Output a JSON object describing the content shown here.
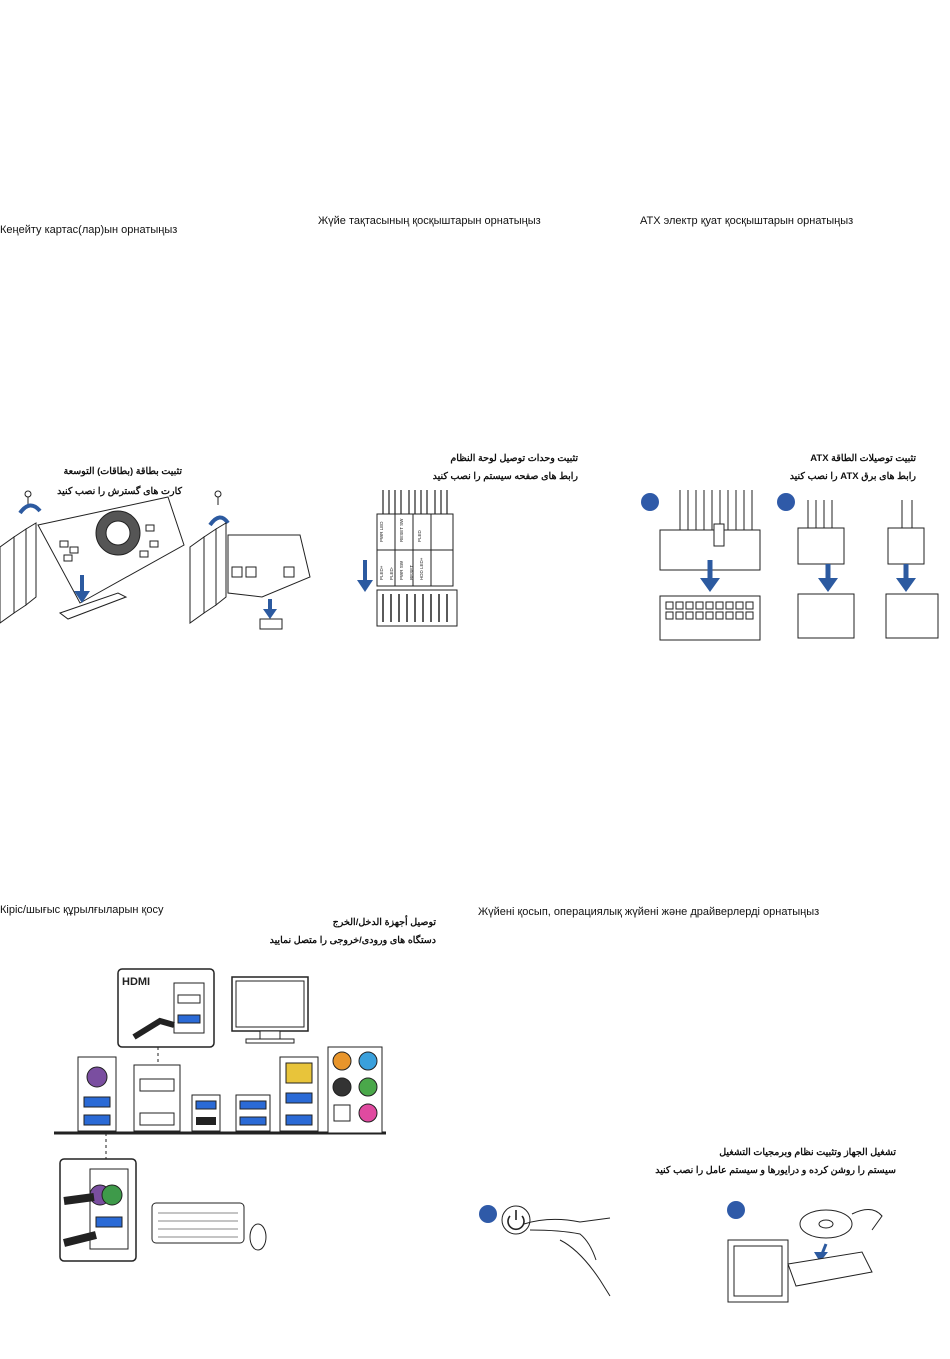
{
  "sections": {
    "expansion_cards": {
      "title_kz": "Кеңейту картас(лар)ын орнатыңыз",
      "title_ar": "تثبيت بطاقة (بطاقات) التوسعة",
      "title_fa": "کارت های گسترش را نصب کنید"
    },
    "system_panel": {
      "title_kz": "Жүйе тақтасының қосқыштарын орнатыңыз",
      "title_ar": "تثبيت وحدات توصيل لوحة النظام",
      "title_fa": "رابط های صفحه سیستم را نصب کنید",
      "pin_labels_top": [
        "PWR LED",
        "RESET SW",
        "PLED"
      ],
      "pin_labels_bottom": [
        "PLED+",
        "PLED-",
        "PWR SW",
        "RESET",
        "HDD LED+"
      ]
    },
    "atx_power": {
      "title_kz": "ATX электр қуат қосқыштарын орнатыңыз",
      "title_ar": "تثبيت توصيلات الطاقة ATX",
      "title_fa": "رابط های برق ATX را نصب کنید"
    },
    "io_devices": {
      "title_kz": "Кіріс/шығыс құрылғыларын қосу",
      "title_ar": "توصيل أجهزة الدخل/الخرج",
      "title_fa": "دستگاه های ورودی/خروجی را متصل نمایید",
      "hdmi_logo": "HDMI"
    },
    "power_on": {
      "title_kz": "Жүйені қосып, операциялық жүйені және драйверлерді орнатыңыз",
      "title_ar": "تشغيل الجهاز وتثبيت نظام وبرمجيات التشغيل",
      "title_fa": "سیستم را روشن کرده و درايورها و سیستم عامل را نصب کنید"
    }
  },
  "colors": {
    "step_badge": "#2f5aa8",
    "arrow": "#2c5aa0",
    "usb3_blue": "#2a6ad6",
    "ps2_purple": "#7a4ea0",
    "ps2_green": "#3e9a4a",
    "audio_orange": "#e8952b",
    "audio_blue": "#3aa0dc",
    "audio_green": "#4aa84a",
    "audio_pink": "#e04aa0",
    "lan_yellow": "#e8c43a"
  }
}
